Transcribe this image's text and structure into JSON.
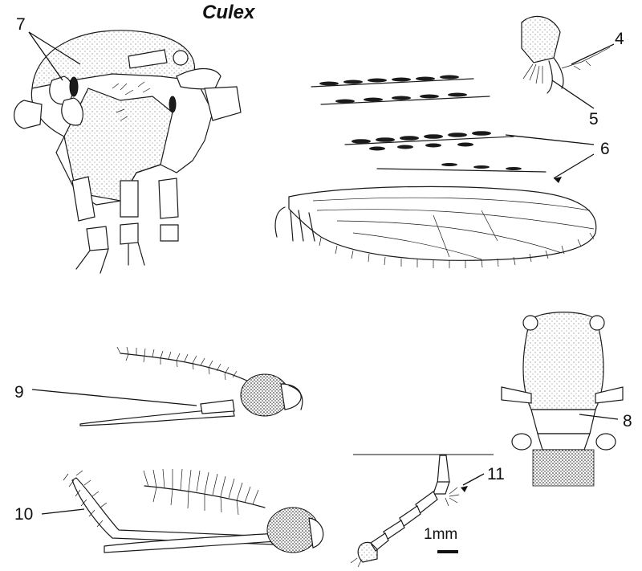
{
  "title": "Culex",
  "labels": [
    "7",
    "4",
    "5",
    "6",
    "9",
    "8",
    "10",
    "11"
  ],
  "scale_bar": "1mm",
  "panels": [
    {
      "id": "7",
      "part": "thorax-side-view"
    },
    {
      "id": "4",
      "part": "tarsal-claw"
    },
    {
      "id": "5",
      "part": "pulvillus"
    },
    {
      "id": "6",
      "part": "wing-and-scales"
    },
    {
      "id": "8",
      "part": "thorax-dorsal-view"
    },
    {
      "id": "9",
      "part": "female-head"
    },
    {
      "id": "10",
      "part": "male-head"
    },
    {
      "id": "11",
      "part": "larva"
    }
  ]
}
